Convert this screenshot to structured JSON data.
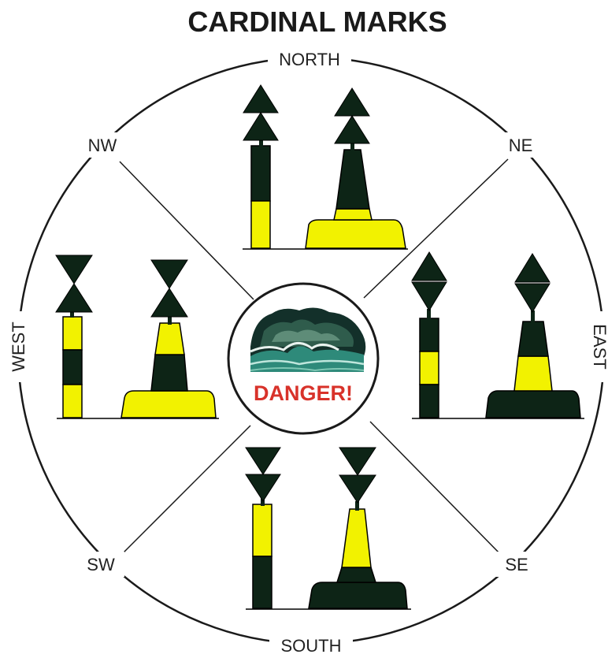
{
  "title": "CARDINAL MARKS",
  "directions": {
    "north": "NORTH",
    "south": "SOUTH",
    "east": "EAST",
    "west": "WEST",
    "ne": "NE",
    "nw": "NW",
    "se": "SE",
    "sw": "SW"
  },
  "center": {
    "label": "DANGER!"
  },
  "colors": {
    "black": "#0d2416",
    "yellow": "#f2f200",
    "danger_red": "#d8322a",
    "line": "#1a1a1a"
  },
  "marks": [
    {
      "quadrant": "north",
      "topmark": "two cones pointing up",
      "colours": "black over yellow"
    },
    {
      "quadrant": "east",
      "topmark": "two cones base to base",
      "colours": "black, yellow, black"
    },
    {
      "quadrant": "south",
      "topmark": "two cones pointing down",
      "colours": "yellow over black"
    },
    {
      "quadrant": "west",
      "topmark": "two cones point to point",
      "colours": "yellow, black, yellow"
    }
  ]
}
